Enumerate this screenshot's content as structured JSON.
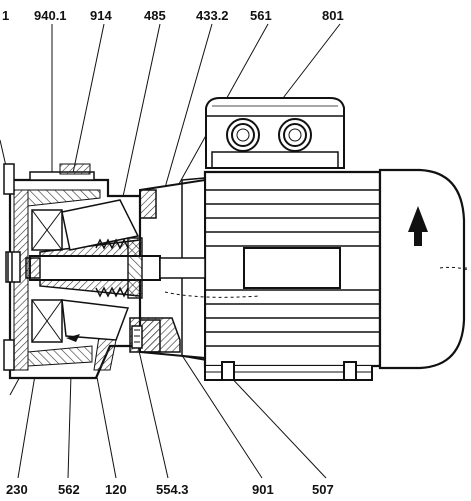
{
  "colors": {
    "ink": "#111111",
    "paper": "#ffffff",
    "hatch": "#333333"
  },
  "labels": {
    "top": [
      "1",
      "940.1",
      "914",
      "485",
      "433.2",
      "561",
      "801"
    ],
    "bottom": [
      "230",
      "562",
      "120",
      "554.3",
      "901",
      "507"
    ]
  },
  "icons": {
    "rotation_arrow": "arrow-up-icon"
  }
}
